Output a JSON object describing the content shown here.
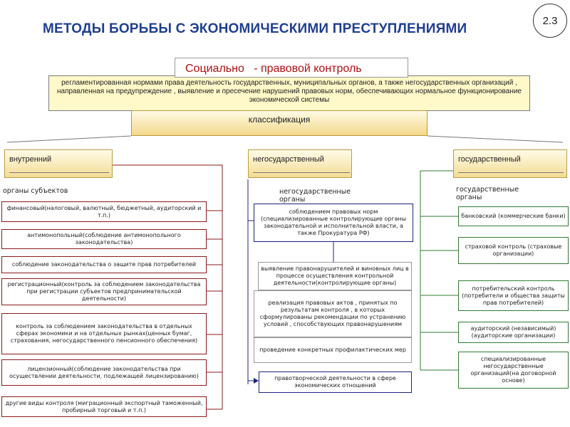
{
  "title": "МЕТОДЫ БОРЬБЫ С ЭКОНОМИЧЕСКИМИ ПРЕСТУПЛЕНИЯМИ",
  "slide_number": "2.3",
  "main_concept": "Социально   - правовой контроль",
  "definition": "регламентированная нормами права деятельность государственных, муниципальных органов, а также негосударственных организаций , направленная на предупреждение , выявление и пресечение нарушений правовых норм, обеспечивающих нормальное функционирование экономической системы",
  "classification_label": "классификация",
  "columns": {
    "internal": {
      "label": "внутренний",
      "sublabel": "органы субъектов",
      "items": [
        "финансовый(налоговый, валютный, бюджетный, аудиторский и т.п.)",
        "антимонопольный(соблюдение антимонопольного законодательства)",
        "соблюдение законодательства о защите прав потребителей",
        "регистрационный(контроль за соблюдением законодательства при регистрации субъектов предпринимательской деятельности)",
        "контроль за соблюдением законодательства в отдельных сферах экономики и на отдельных рынках(ценных бумаг, страхования, негосударственного пенсионного обеспечения)",
        "лицензионный(соблюдение законодательства при осуществлении деятельности, подлежащей лицензированию)",
        "другие виды контроля (миграционный экспортный таможенный, пробирный торговый и т.п.)"
      ]
    },
    "non_state": {
      "label": "негосударственный",
      "sublabel": "негосударственные органы",
      "main_box": "соблюдением правовых норм (специализированные контролирующие органы законодательной и исполнительной власти, а также Прокуратура РФ)",
      "detail_items": [
        "выявление правонарушителей и виновных лиц в процессе осуществления контрольной деятельности(контролирующие органы)",
        "реализация правовых актов , принятых по результатам контроля , в которых сформулированы рекомендации по устранению условий , способствующих правонарушениям",
        "проведение конкретных профилактических мер"
      ],
      "bottom_box": "правотворческой деятельности в сфере экономических отношений"
    },
    "state": {
      "label": "государственный",
      "sublabel": "государственные органы",
      "items": [
        "банковский (коммерческие банки)",
        "страховой контроль (страховые организации)",
        "потребительский контроль (потребители и общества защиты прав потребителей)",
        "аудиторский (независимый) (аудиторские организации)",
        "специализированные негосударственные организаций(на договорной основе)"
      ]
    }
  },
  "colors": {
    "title": "#1f3f8f",
    "concept": "#b01010",
    "internal_border": "#8a1a1a",
    "non_state_border": "#1a237e",
    "state_border": "#2e7d32"
  }
}
